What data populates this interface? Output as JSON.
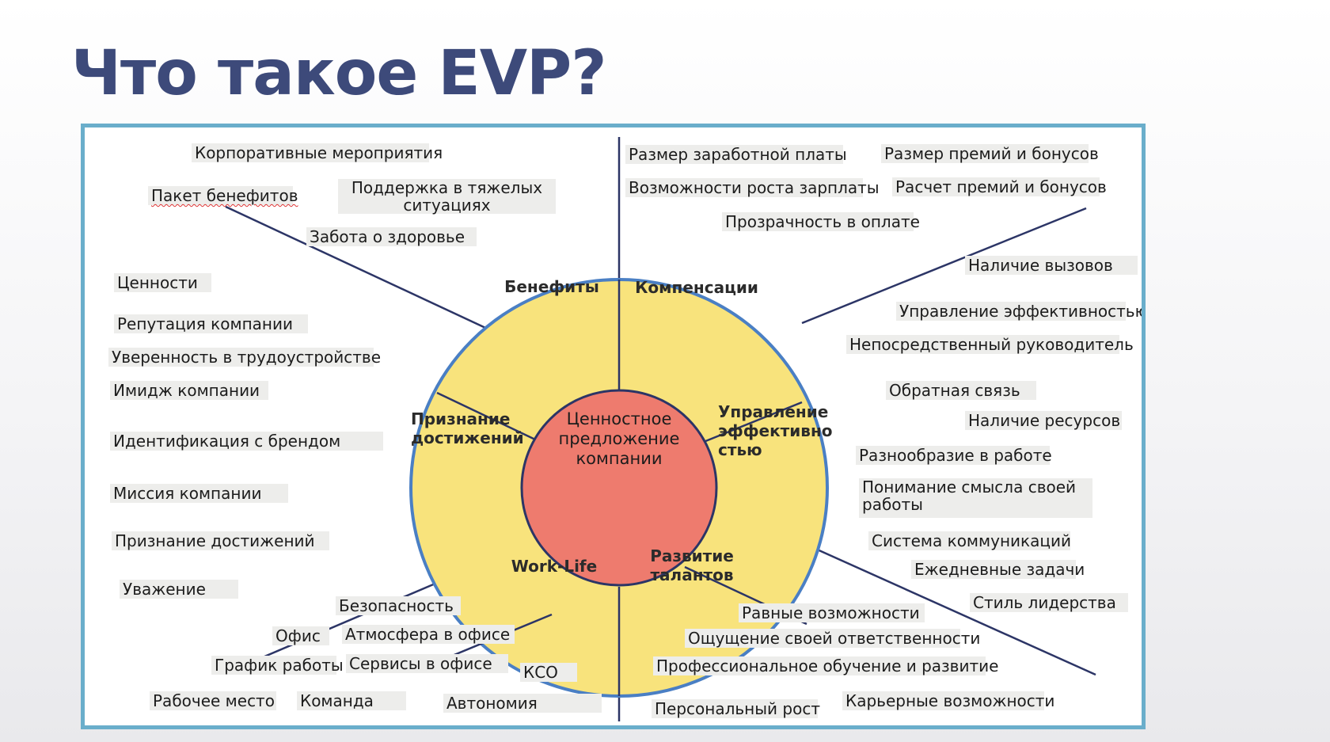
{
  "title": "Что такое EVP?",
  "diagram": {
    "core": {
      "line1": "Ценностное",
      "line2": "предложение",
      "line3": "компании"
    },
    "segments": {
      "benefits": "Бенефиты",
      "compensation": "Компенсации",
      "performance": {
        "line1": "Управление",
        "line2": "эффективно",
        "line3": "стью"
      },
      "talent": {
        "line1": "Развитие",
        "line2": "талантов"
      },
      "worklife": "Work-Life",
      "recognition": {
        "line1": "Признание",
        "line2": "достижений"
      }
    },
    "colors": {
      "core": "#ee7b6e",
      "ring": "#f8e37c",
      "ring_border": "#4a7fc4",
      "frame": "#6aaecb",
      "title": "#3d4a7a"
    },
    "labels": [
      "Корпоративные мероприятия",
      "Пакет бенефитов",
      "Поддержка в тяжелых ситуациях",
      "Забота о здоровье",
      "Ценности",
      "Репутация компании",
      "Уверенность в трудоустройстве",
      "Имидж компании",
      "Идентификация с брендом",
      "Миссия компании",
      "Признание достижений",
      "Уважение",
      "Безопасность",
      "Офис",
      "Атмосфера в офисе",
      "График работы",
      "Сервисы в офисе",
      "КСО",
      "Рабочее место",
      "Команда",
      "Автономия",
      "Размер заработной платы",
      "Размер премий и бонусов",
      "Возможности роста зарплаты",
      "Расчет премий и бонусов",
      "Прозрачность в оплате",
      "Наличие вызовов",
      "Управление эффективностью",
      "Непосредственный руководитель",
      "Обратная связь",
      "Наличие ресурсов",
      "Разнообразие в работе",
      "Понимание смысла своей работы",
      "Система коммуникаций",
      "Ежедневные задачи",
      "Стиль лидерства",
      "Равные возможности",
      "Ощущение своей ответственности",
      "Профессиональное обучение и развитие",
      "Персональный рост",
      "Карьерные возможности"
    ]
  }
}
